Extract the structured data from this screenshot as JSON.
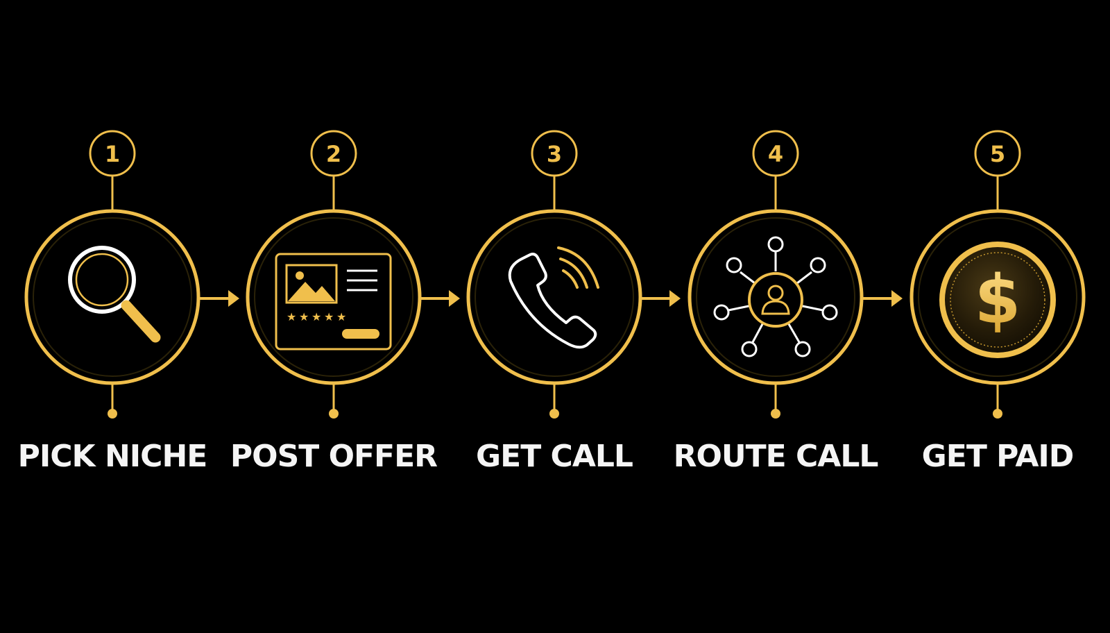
{
  "colors": {
    "background": "#000000",
    "gold": "#f0bf4c",
    "white": "#ffffff",
    "label": "#f5f5f5"
  },
  "steps": [
    {
      "number": "1",
      "label": "PICK NICHE",
      "icon": "magnifying-glass-icon"
    },
    {
      "number": "2",
      "label": "POST OFFER",
      "icon": "listing-card-icon"
    },
    {
      "number": "3",
      "label": "GET CALL",
      "icon": "phone-icon"
    },
    {
      "number": "4",
      "label": "ROUTE CALL",
      "icon": "network-icon"
    },
    {
      "number": "5",
      "label": "GET PAID",
      "icon": "dollar-coin-icon"
    }
  ],
  "coin_symbol": "$"
}
